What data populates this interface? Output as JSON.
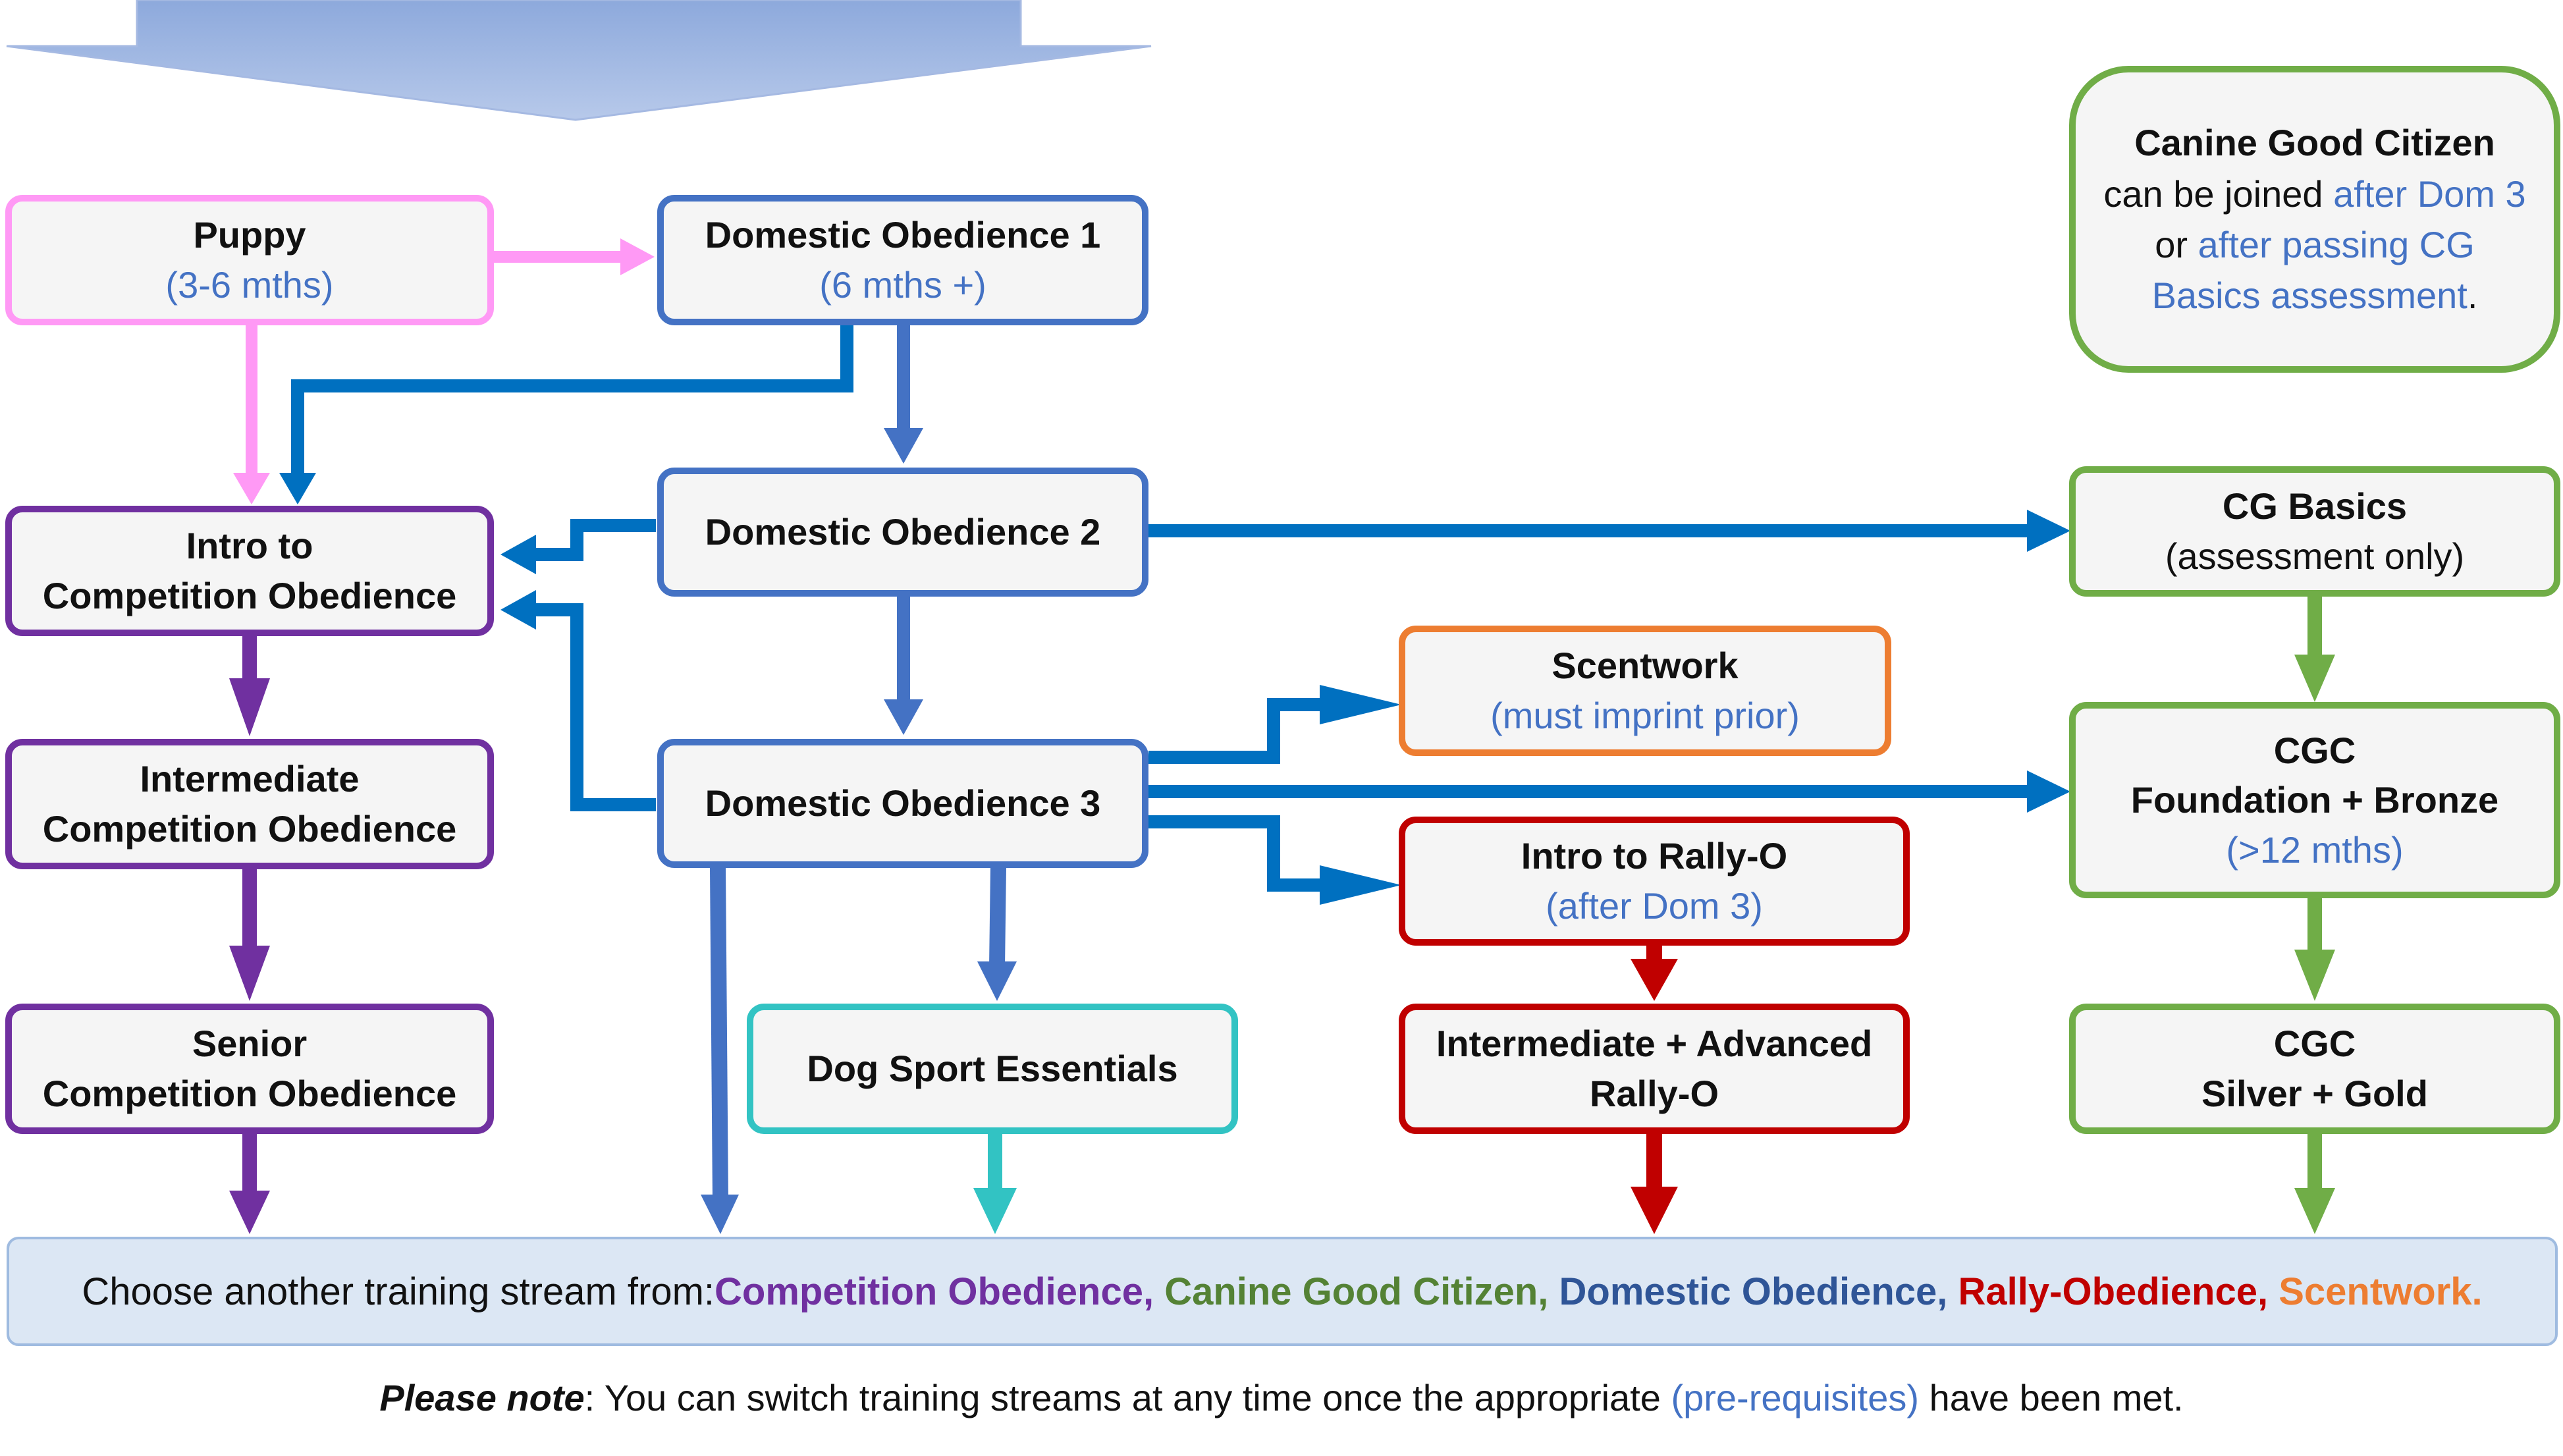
{
  "nodes": {
    "puppy": {
      "title": "Puppy",
      "sub": "(3-6 mths)"
    },
    "dom1": {
      "title": "Domestic Obedience 1",
      "sub": "(6 mths +)"
    },
    "dom2": {
      "title": "Domestic Obedience 2"
    },
    "dom3": {
      "title": "Domestic Obedience 3"
    },
    "intro_comp": {
      "line1": "Intro to",
      "line2": "Competition Obedience"
    },
    "inter_comp": {
      "line1": "Intermediate",
      "line2": "Competition Obedience"
    },
    "senior_comp": {
      "line1": "Senior",
      "line2": "Competition Obedience"
    },
    "dse": {
      "title": "Dog Sport Essentials"
    },
    "scentwork": {
      "title": "Scentwork",
      "sub": "(must imprint prior)"
    },
    "intro_rally": {
      "title": "Intro to Rally-O",
      "sub": "(after Dom 3)"
    },
    "inter_rally": {
      "line1": "Intermediate + Advanced",
      "line2": "Rally-O"
    },
    "cg_basics": {
      "title": "CG Basics",
      "sub": "(assessment only)"
    },
    "cgc_found": {
      "line1": "CGC",
      "line2": "Foundation + Bronze",
      "sub": "(>12 mths)"
    },
    "cgc_silver": {
      "line1": "CGC",
      "line2": "Silver + Gold"
    },
    "cgc_info": {
      "title": "Canine Good Citizen",
      "p1": "can be joined ",
      "p2": "after Dom 3",
      "p3": " or ",
      "p4": "after passing CG Basics assessment",
      "p5": "."
    }
  },
  "bottom_bar": {
    "lead": "Choose another training stream from: ",
    "streams": [
      {
        "label": "Competition Obedience",
        "sep": ", ",
        "color": "#7030a0"
      },
      {
        "label": "Canine Good Citizen",
        "sep": ", ",
        "color": "#548235"
      },
      {
        "label": "Domestic Obedience",
        "sep": ", ",
        "color": "#2f5597"
      },
      {
        "label": "Rally-Obedience",
        "sep": ", ",
        "color": "#c00000"
      },
      {
        "label": "Scentwork",
        "sep": ".",
        "color": "#ed7d31"
      }
    ]
  },
  "note": {
    "lead": "Please note",
    "text1": ": You can switch training streams at any time once the appropriate ",
    "highlight": "(pre-requisites)",
    "text2": " have been met."
  },
  "colors": {
    "purple": "#7030a0",
    "pink": "#ff99f5",
    "blue": "#4472c4",
    "bright_blue": "#0070c0",
    "green": "#70ad47",
    "orange": "#ed7d31",
    "red": "#c00000",
    "teal": "#32c3c3"
  }
}
